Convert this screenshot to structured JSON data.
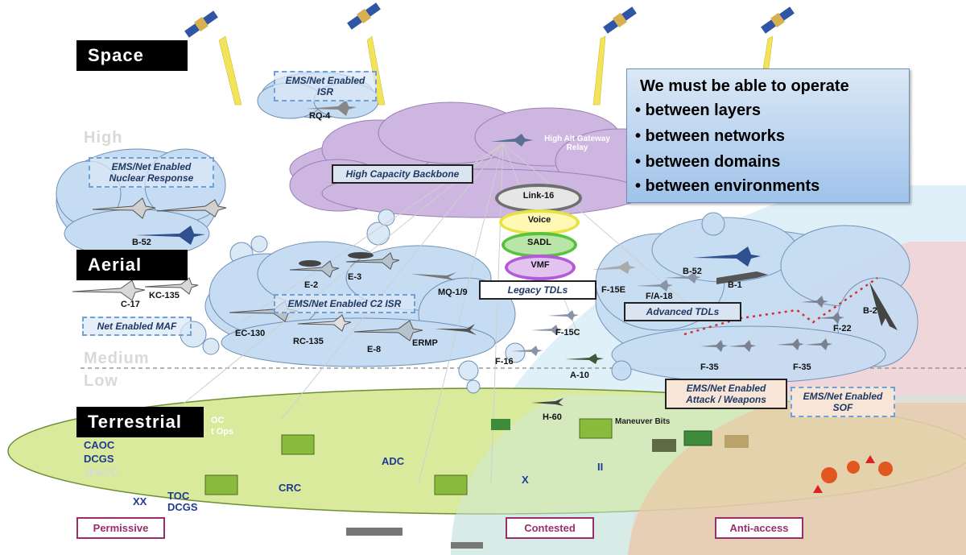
{
  "layers": {
    "space": "Space",
    "aerial": "Aerial",
    "terrestrial": "Terrestrial"
  },
  "altitudes": {
    "high": "High",
    "medium": "Medium",
    "low": "Low"
  },
  "callout": {
    "title": "We must be able to operate",
    "items": [
      "• between layers",
      "• between networks",
      "• between domains",
      "• between environments"
    ]
  },
  "clouds": {
    "isr": "EMS/Net Enabled ISR",
    "nuclear": "EMS/Net Enabled Nuclear Response",
    "backbone": "High Capacity Backbone",
    "gateway": "High Alt Gateway Relay",
    "c2isr": "EMS/Net Enabled C2 ISR",
    "maf": "Net Enabled MAF",
    "legacy": "Legacy TDLs",
    "advanced": "Advanced TDLs",
    "attack": "EMS/Net Enabled Attack / Weapons",
    "sof": "EMS/Net Enabled SOF"
  },
  "tdl_rings": [
    "Link-16",
    "Voice",
    "SADL",
    "VMF"
  ],
  "aircraft": {
    "rq4": "RQ-4",
    "b52_left": "B-52",
    "c17": "C-17",
    "kc135": "KC-135",
    "e2": "E-2",
    "e3": "E-3",
    "mq19": "MQ-1/9",
    "ec130": "EC-130",
    "rc135": "RC-135",
    "e8": "E-8",
    "ermp": "ERMP",
    "f15e": "F-15E",
    "fa18": "F/A-18",
    "b52_right": "B-52",
    "b1": "B-1",
    "b2": "B-2",
    "f22": "F-22",
    "f15c": "F-15C",
    "f16": "F-16",
    "a10": "A-10",
    "f35a": "F-35",
    "f35b": "F-35",
    "h60": "H-60"
  },
  "ground": {
    "caoc": "CAOC",
    "dcgs": "DCGS",
    "jfacc": "JFACC",
    "xx": "XX",
    "toc": "TOC",
    "toc_dcgs": "DCGS",
    "adc": "ADC",
    "crc": "CRC",
    "x": "X",
    "ii": "II",
    "maneuver": "Maneuver Bits",
    "aoc": "OC",
    "ops": "t Ops"
  },
  "environments": [
    "Permissive",
    "Contested",
    "Anti-access"
  ],
  "colors": {
    "purple_cloud": "#cdb6e0",
    "blue_cloud": "#c6dcf2",
    "ground_green": "#d6e8a4",
    "contested": "#cfe8d4",
    "anti_access": "#e8c9b6",
    "env_border": "#9b2c6e"
  }
}
